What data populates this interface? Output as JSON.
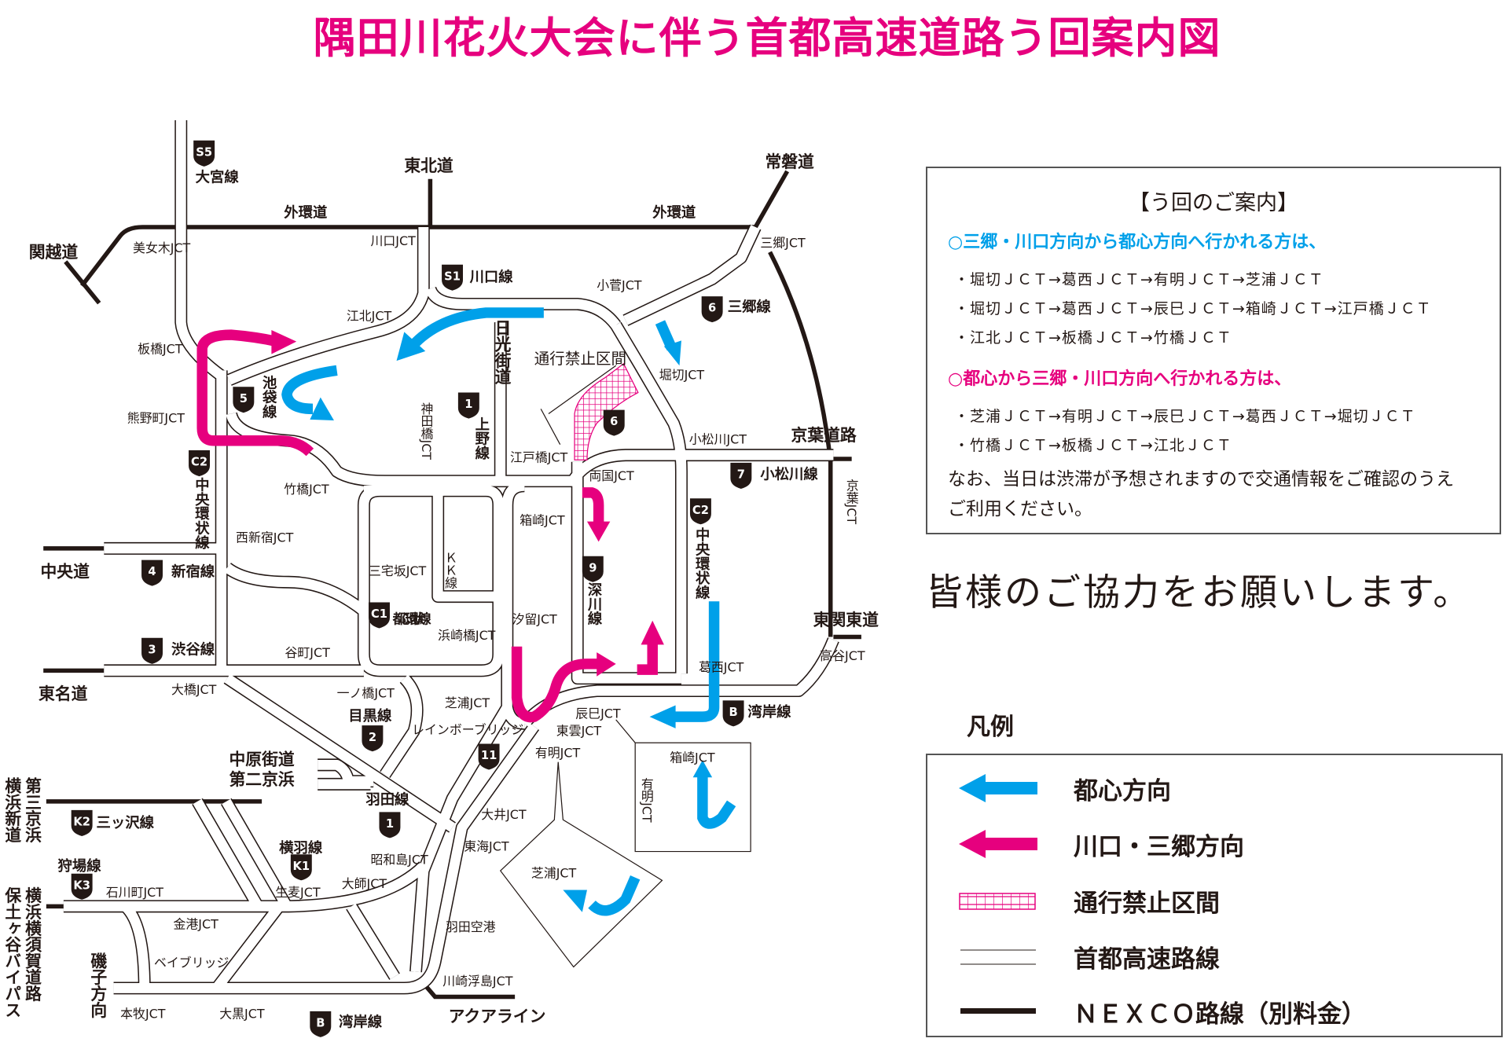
{
  "title": "隅田川花火大会に伴う首都高速道路う回案内図",
  "info": {
    "heading": "【う回のご案内】",
    "section1": "○三郷・川口方向から都心方向へ行かれる方は、",
    "section1_items": [
      "・堀切ＪＣＴ→葛西ＪＣＴ→有明ＪＣＴ→芝浦ＪＣＴ",
      "・堀切ＪＣＴ→葛西ＪＣＴ→辰巳ＪＣＴ→箱崎ＪＣＴ→江戸橋ＪＣＴ",
      "・江北ＪＣＴ→板橋ＪＣＴ→竹橋ＪＣＴ"
    ],
    "section2": "○都心から三郷・川口方向へ行かれる方は、",
    "section2_items": [
      "・芝浦ＪＣＴ→有明ＪＣＴ→辰巳ＪＣＴ→葛西ＪＣＴ→堀切ＪＣＴ",
      "・竹橋ＪＣＴ→板橋ＪＣＴ→江北ＪＣＴ"
    ],
    "note_line1": "なお、当日は渋滞が予想されますので交通情報をご確認のうえ",
    "note_line2": "ご利用ください。"
  },
  "thanks": "皆様のご協力をお願いします。",
  "legend": {
    "title": "凡例",
    "items": [
      {
        "label": "都心方向",
        "icon": "cyan-arrow-icon"
      },
      {
        "label": "川口・三郷方向",
        "icon": "magenta-arrow-icon"
      },
      {
        "label": "通行禁止区間",
        "icon": "hatch-icon"
      },
      {
        "label": "首都高速路線",
        "icon": "double-line-icon"
      },
      {
        "label": "ＮＥＸＣＯ路線（別料金）",
        "icon": "thick-line-icon"
      }
    ]
  },
  "colors": {
    "to_center": "#00a0e9",
    "to_kawaguchi_misato": "#e6007e",
    "nexco": "#231815"
  },
  "map": {
    "expressways": {
      "kanetsu": "関越道",
      "tohoku": "東北道",
      "gaikan_w": "外環道",
      "gaikan_e": "外環道",
      "joban": "常磐道",
      "keiyo": "京葉道路",
      "higashikanto": "東関東道",
      "chuo": "中央道",
      "tomei": "東名道",
      "nakahara": "中原街道",
      "daini_keihin": "第二京浜",
      "aqualine": "アクアライン",
      "nikko": "日光街道",
      "daisan_keihin": "第三京浜",
      "yokohama_shindo": "横浜新道",
      "yokoyoko": "横浜横須賀道路",
      "hodogaya": "保土ヶ谷バイパス",
      "isogo": "磯子方向"
    },
    "routes": {
      "omiya": "大宮線",
      "kawaguchi": "川口線",
      "misato": "三郷線",
      "ikebukuro": "池袋線",
      "ueno": "上野線",
      "c2_west": "中央環状線",
      "c2_east": "中央環状線",
      "shinjuku": "新宿線",
      "shibuya": "渋谷線",
      "c1": "都心環状線",
      "komatsugawa": "小松川線",
      "fukagawa": "深川線",
      "meguro": "目黒線",
      "wangan_n": "湾岸線",
      "haneda": "羽田線",
      "yokohane": "横羽線",
      "mitsuzawa": "三ッ沢線",
      "kariba": "狩場線",
      "wangan_s": "湾岸線",
      "kk": "ＫＫ線"
    },
    "jct": {
      "bijogi": "美女木JCT",
      "kawaguchi": "川口JCT",
      "kohoku": "江北JCT",
      "itabashi": "板橋JCT",
      "kumanocho": "熊野町JCT",
      "kosuge": "小菅JCT",
      "misato": "三郷JCT",
      "horikiri": "堀切JCT",
      "takebashi": "竹橋JCT",
      "nishishinjuku": "西新宿JCT",
      "kandabashi": "神田橋JCT",
      "edobashi": "江戸橋JCT",
      "ryogoku": "両国JCT",
      "komatsugawa": "小松川JCT",
      "hakozaki": "箱崎JCT",
      "miyakezaka": "三宅坂JCT",
      "hamazakibashi": "浜崎橋JCT",
      "shiodome": "汐留JCT",
      "tanimachi": "谷町JCT",
      "ohashi": "大橋JCT",
      "ichinohashi": "一ノ橋JCT",
      "shibaura": "芝浦JCT",
      "rainbow": "レインボーブリッジ",
      "tatsumi": "辰巳JCT",
      "shinonome": "東雲JCT",
      "ariake": "有明JCT",
      "kasai": "葛西JCT",
      "koya": "高谷JCT",
      "keiyo": "京葉JCT",
      "oi": "大井JCT",
      "tokai": "東海JCT",
      "showajima": "昭和島JCT",
      "daishi": "大師JCT",
      "namamugi": "生麦JCT",
      "ishikawacho": "石川町JCT",
      "kinko": "金港JCT",
      "baybridge": "ベイブリッジ",
      "haneda_airport": "羽田空港",
      "kawasaki_ukishima": "川崎浮島JCT",
      "honmoku": "本牧JCT",
      "daikoku": "大黒JCT"
    },
    "closed_section": "通行禁止区間",
    "inset_hakozaki": {
      "title": "箱崎JCT",
      "side": "有明JCT"
    },
    "inset_shibaura": {
      "title": "芝浦JCT"
    },
    "shields": [
      "S5",
      "S1",
      "6",
      "5",
      "1",
      "6",
      "C2",
      "7",
      "C2",
      "4",
      "3",
      "C1",
      "9",
      "2",
      "B",
      "11",
      "1",
      "K2",
      "K1",
      "K3",
      "B"
    ]
  }
}
